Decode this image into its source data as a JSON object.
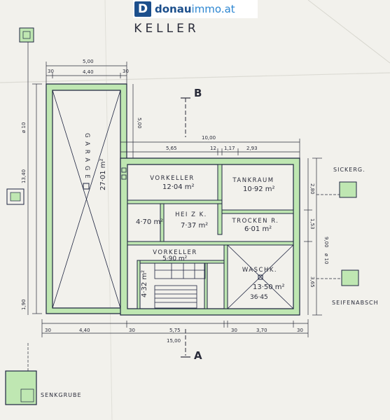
{
  "brand": {
    "mark": "D",
    "name": "donau",
    "name_suffix": "immo.at"
  },
  "title": "KELLER",
  "section_markers": {
    "top": "B",
    "bottom": "A"
  },
  "rooms": {
    "garage": {
      "name": "G A R A G E",
      "area": "27·01 m²"
    },
    "vorkeller_top": {
      "name": "VORKELLER",
      "area": "12·04 m²"
    },
    "tankraum": {
      "name": "TANKRAUM",
      "area": "10·92 m²"
    },
    "heizk": {
      "name": "HEI Z K.",
      "area": "7·37 m²"
    },
    "small_room": {
      "area": "4·70 m²"
    },
    "trockenr": {
      "name": "TROCKEN R.",
      "area": "6·01 m²"
    },
    "vorkeller_bottom": {
      "name": "VORKELLER",
      "area": "5·90 m²"
    },
    "waschk": {
      "name": "WASCHK.",
      "area": "13·50 m²",
      "area2": "36·45"
    },
    "stair_area": {
      "area": "4·32 m²"
    }
  },
  "outside_labels": {
    "sickerg": "SICKERG.",
    "seifenabsch": "SEIFENABSCH",
    "senkgrube": "SENKGRUBE"
  },
  "dimensions": {
    "top_500": "5,00",
    "top_440": "4,40",
    "top_30a": "30",
    "top_30b": "30",
    "right_of_garage_500": "5,00",
    "overall_1000": "10,00",
    "seg_565": "5,65",
    "seg_12": "12",
    "seg_117": "1,17",
    "seg_293": "2,93",
    "bottom_440": "4,40",
    "bottom_575": "5,75",
    "bottom_30a": "30",
    "bottom_30b": "30",
    "bottom_30c": "30",
    "bottom_370": "3,70",
    "bottom_30d": "30",
    "bottom_1500": "15,00",
    "left_1340": "13,40",
    "left_10": "ø 10",
    "right_900": "9,00",
    "right_365": "3,65",
    "right_280": "2,80",
    "right_153": "1,53",
    "right_10": "ø 10",
    "left_190": "1,90"
  },
  "colors": {
    "wall_fill": "#bfe7b2",
    "wall_stroke": "#1f2540",
    "paper": "#f2f1ec",
    "ink": "#2a2c3a"
  }
}
